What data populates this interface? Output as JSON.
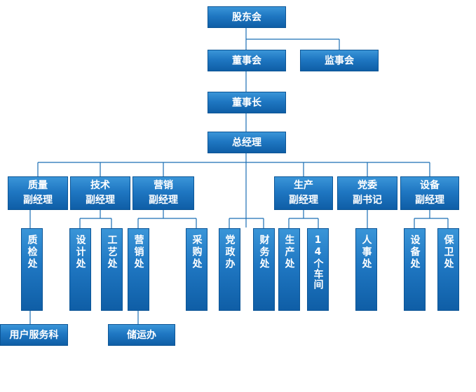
{
  "org": {
    "shareholders": "股东会",
    "board": "董事会",
    "supervisors": "监事会",
    "chairman": "董事长",
    "gm": "总经理",
    "vp_quality": "质量\n副经理",
    "vp_tech": "技术\n副经理",
    "vp_sales": "营销\n副经理",
    "vp_production": "生产\n副经理",
    "party_deputy": "党委\n副书记",
    "vp_equipment": "设备\n副经理",
    "dept_quality_inspection": "质检处",
    "dept_design": "设计处",
    "dept_craft": "工艺处",
    "dept_marketing": "营销处",
    "dept_purchasing": "采购处",
    "dept_party_office": "党政办",
    "dept_finance": "财务处",
    "dept_production": "生产处",
    "dept_workshops": "14个车间",
    "dept_hr": "人事处",
    "dept_equipment": "设备处",
    "dept_security": "保卫处",
    "dept_customer_service": "用户服务科",
    "dept_logistics": "储运办"
  }
}
